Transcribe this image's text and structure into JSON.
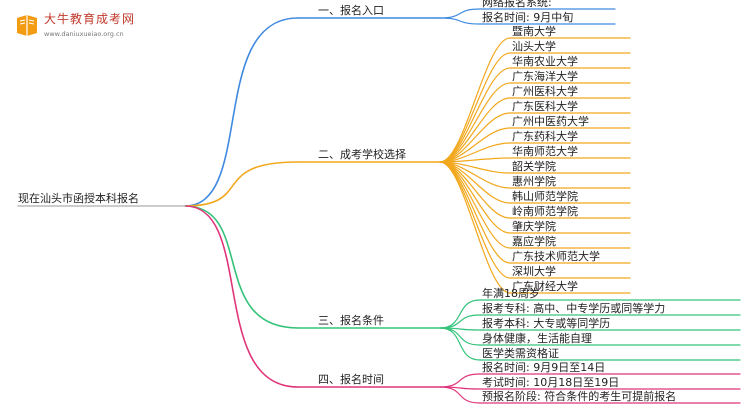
{
  "logo": {
    "title": "大牛教育成考网",
    "url": "www.daniuxueiao.org.cn"
  },
  "root": "现在汕头市函授本科报名",
  "colors": {
    "blue": "#3f8ae0",
    "orange": "#f2a81d",
    "green": "#35c37a",
    "pink": "#e0357a"
  },
  "branches": [
    {
      "label": "一、报名入口",
      "color": "blue",
      "children": [
        "网络报名系统:",
        "报名时间: 9月中旬"
      ]
    },
    {
      "label": "二、成考学校选择",
      "color": "orange",
      "children": [
        "暨南大学",
        "汕头大学",
        "华南农业大学",
        "广东海洋大学",
        "广州医科大学",
        "广东医科大学",
        "广州中医药大学",
        "广东药科大学",
        "华南师范大学",
        "韶关学院",
        "惠州学院",
        "韩山师范学院",
        "岭南师范学院",
        "肇庆学院",
        "嘉应学院",
        "广东技术师范大学",
        "深圳大学",
        "广东财经大学"
      ]
    },
    {
      "label": "三、报名条件",
      "color": "green",
      "children": [
        "年满18周岁",
        "报考专科: 高中、中专学历或同等学力",
        "报考本科: 大专或等同学历",
        "身体健康，生活能自理",
        "医学类需资格证"
      ]
    },
    {
      "label": "四、报名时间",
      "color": "pink",
      "children": [
        "报名时间: 9月9日至14日",
        "考试时间: 10月18日至19日",
        "预报名阶段: 符合条件的考生可提前报名"
      ]
    }
  ]
}
